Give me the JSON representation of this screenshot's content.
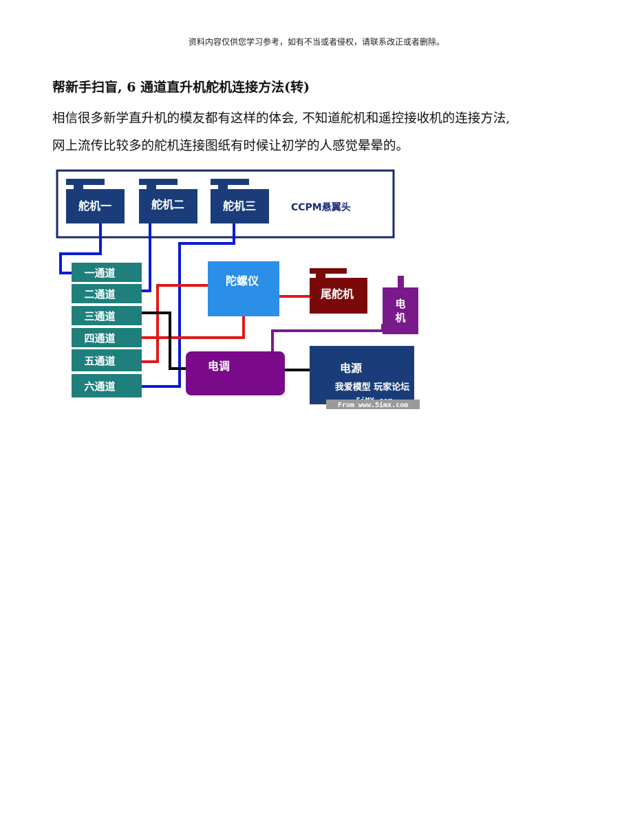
{
  "header": {
    "notice": "资料内容仅供您学习参考，如有不当或者侵权，请联系改正或者删除。"
  },
  "article": {
    "title": "帮新手扫盲, 6 通道直升机舵机连接方法(转)",
    "para_line1": "相信很多新学直升机的模友都有这样的体会, 不知道舵机和遥控接收机的连接方法,",
    "para_line2": "网上流传比较多的舵机连接图纸有时候让初学的人感觉晕晕的。"
  },
  "diagram": {
    "servo1": "舵机一",
    "servo2": "舵机二",
    "servo3": "舵机三",
    "ccpm_label": "CCPM悬翼头",
    "ch1": "一通道",
    "ch2": "二通道",
    "ch3": "三通道",
    "ch4": "四通道",
    "ch5": "五通道",
    "ch6": "六通道",
    "gyro": "陀螺仪",
    "tail_servo": "尾舵机",
    "motor_line1": "电",
    "motor_line2": "机",
    "esc": "电调",
    "power": "电源",
    "watermark1": "我爱模型 玩家论坛",
    "watermark2": "5iMX.com",
    "watermark3": "From www.5imx.com",
    "colors": {
      "servo_box": "#1a3d7a",
      "channel_box": "#1f7f7c",
      "gyro_box": "#2b8fe8",
      "tail_box": "#7a0a0a",
      "motor_box": "#7a1a8a",
      "esc_box": "#7a0a8a",
      "power_box": "#1a3d7a",
      "wire_blue": "#0a1ad8",
      "wire_red": "#e01818",
      "wire_black": "#000000",
      "wire_purple": "#7a1a8a",
      "frame": "#1a2a6a"
    }
  }
}
